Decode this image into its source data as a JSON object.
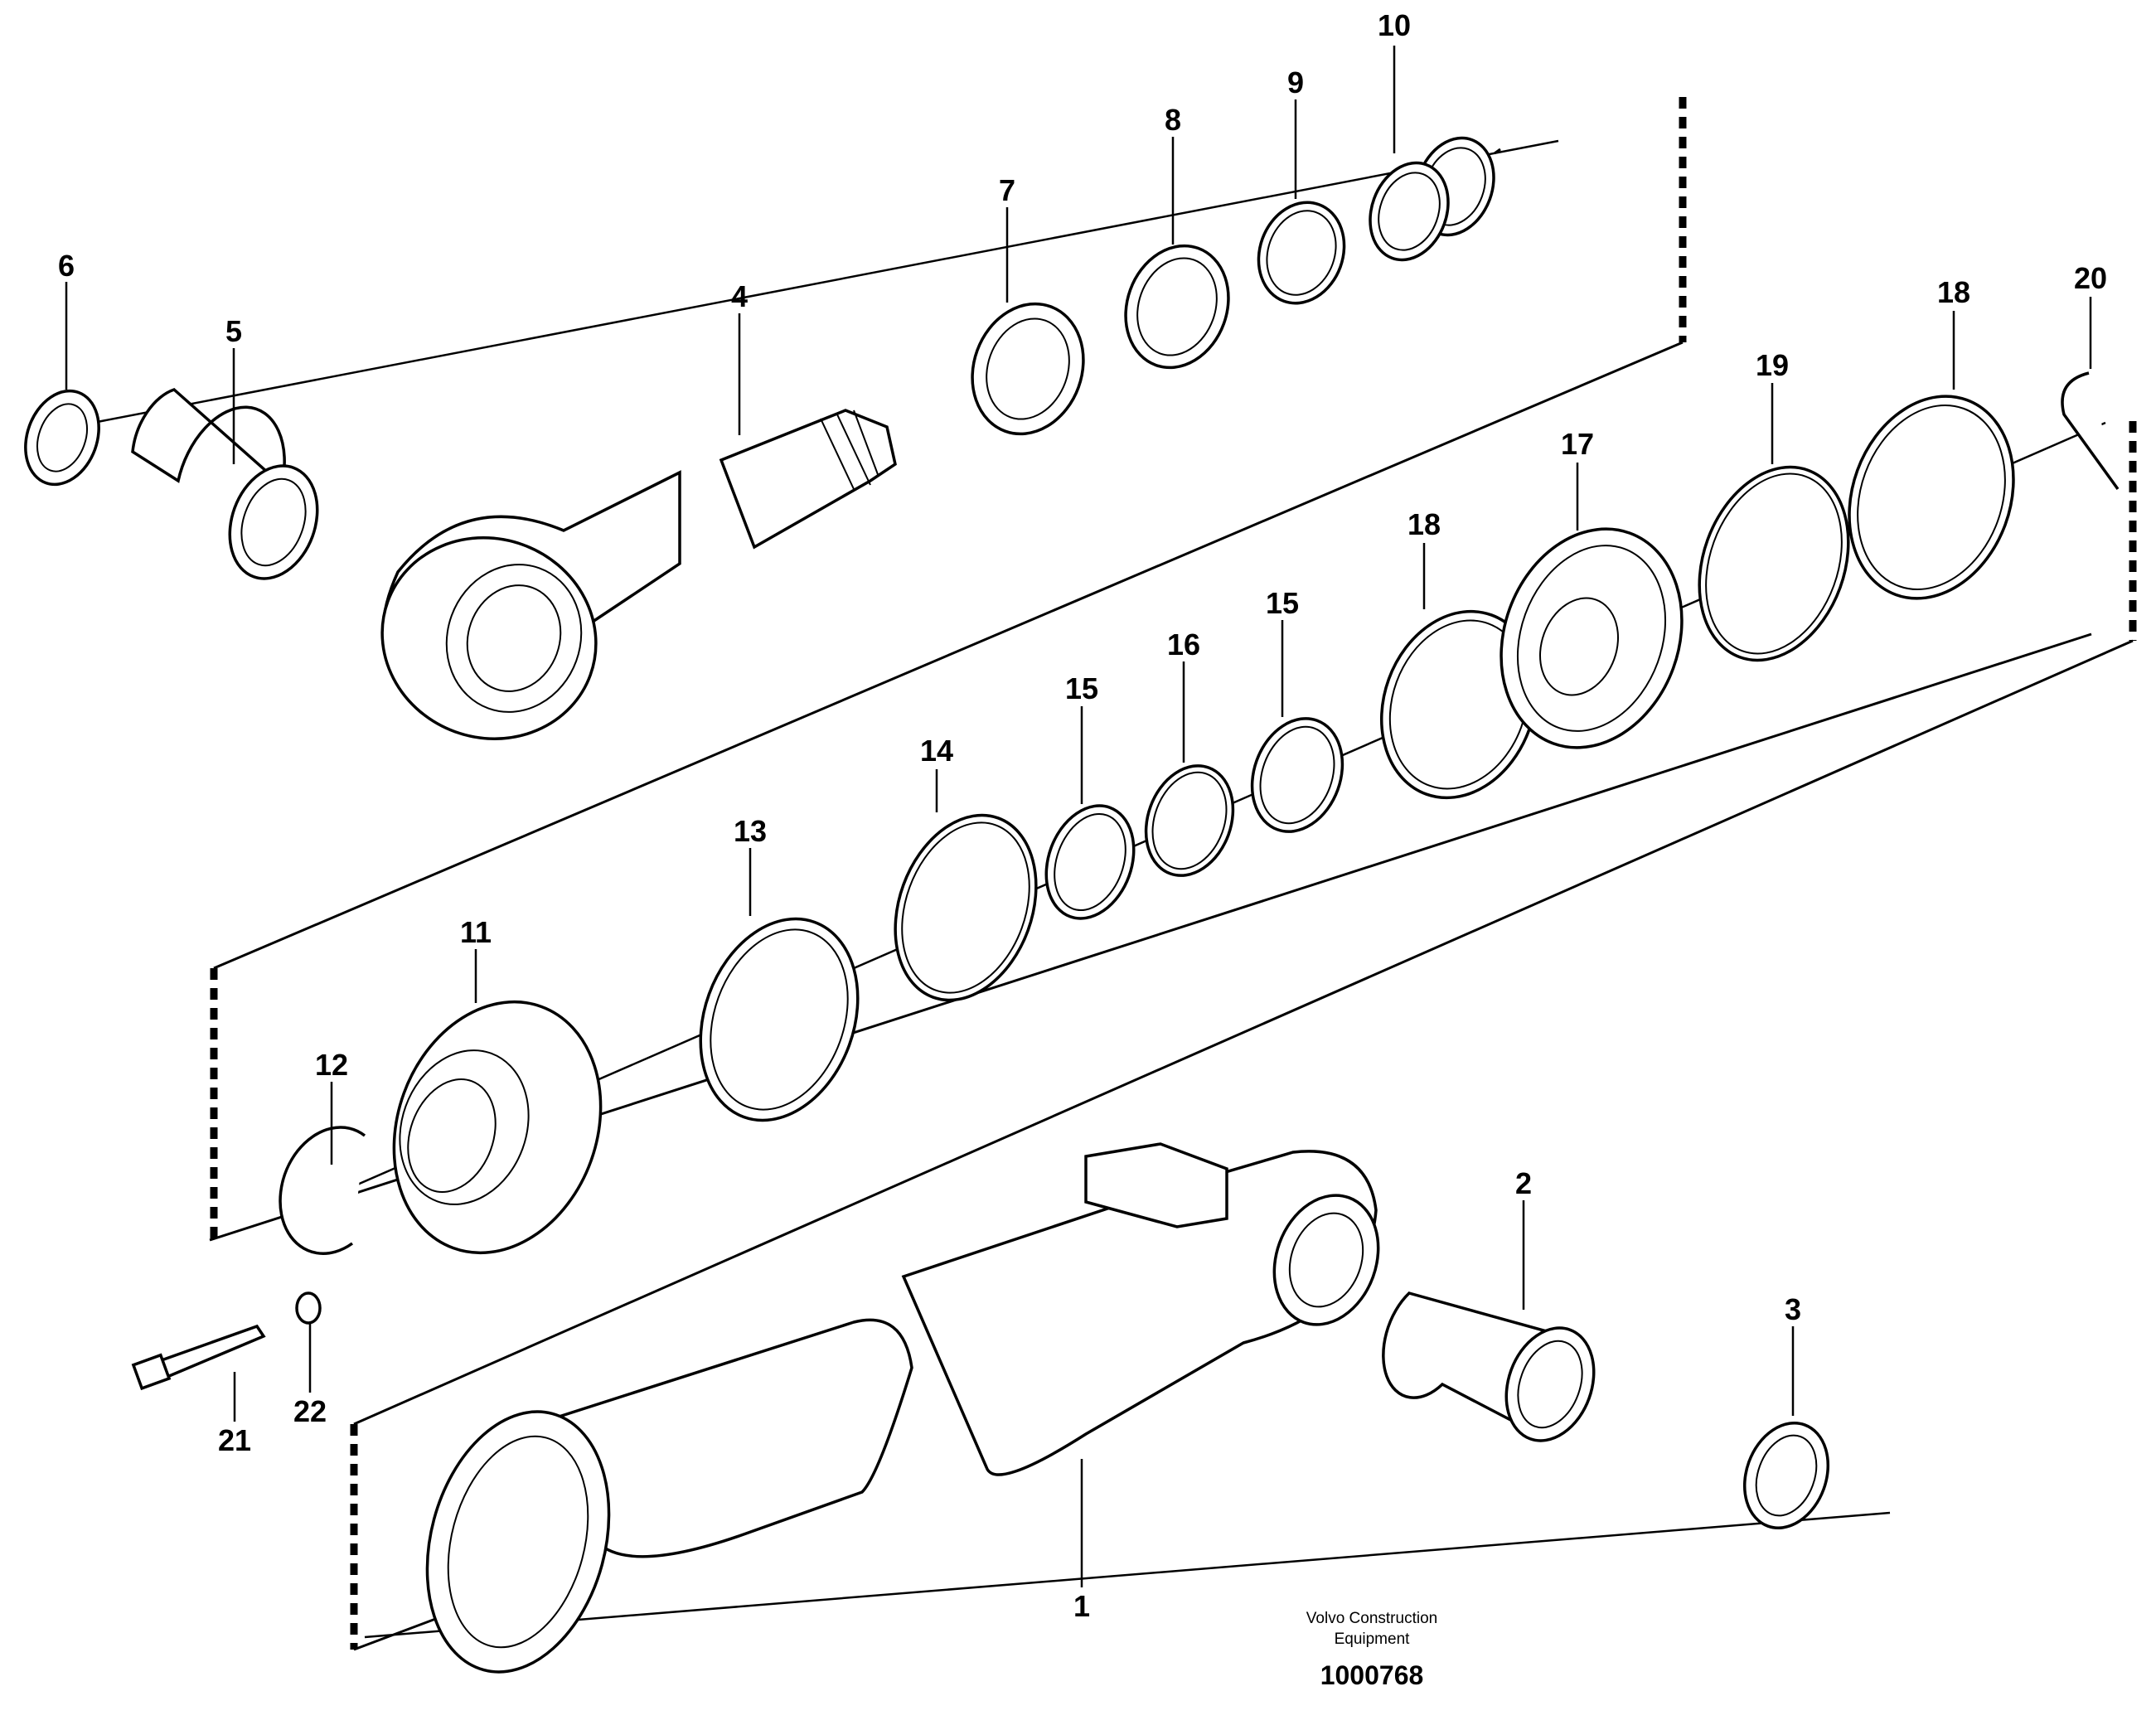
{
  "callouts": [
    "1",
    "2",
    "3",
    "4",
    "5",
    "6",
    "7",
    "8",
    "9",
    "10",
    "11",
    "12",
    "13",
    "14",
    "15",
    "15",
    "16",
    "17",
    "18",
    "18",
    "19",
    "20",
    "21",
    "22"
  ],
  "caption": {
    "line1": "Volvo Construction",
    "line2": "Equipment",
    "doc_number": "1000768"
  }
}
